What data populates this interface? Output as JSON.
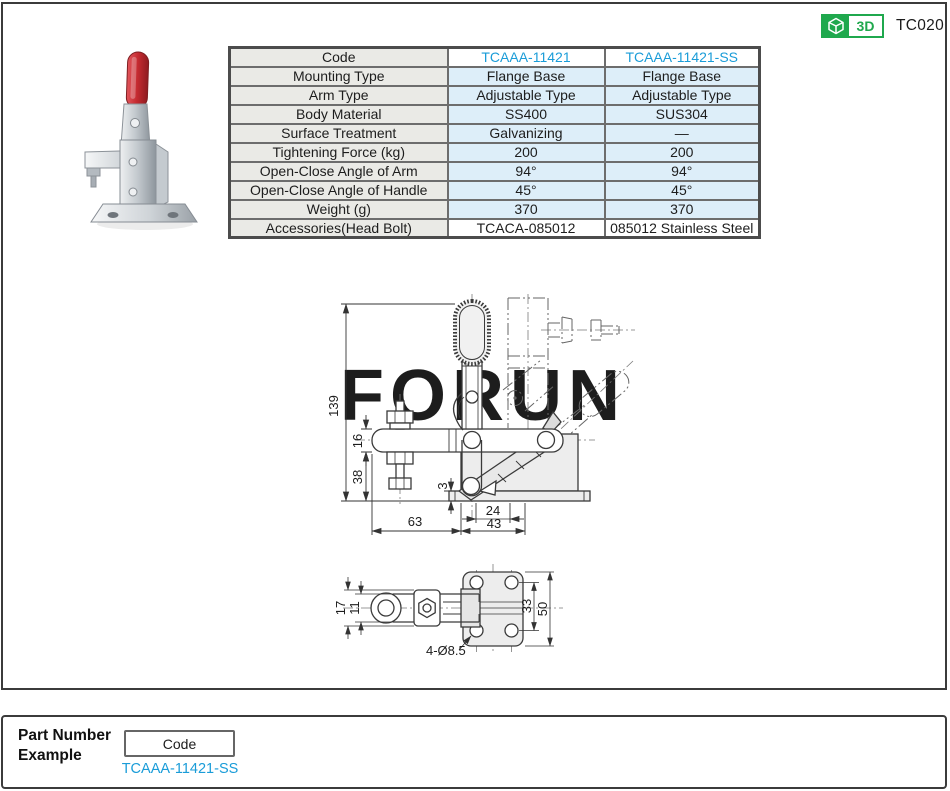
{
  "header": {
    "page_code": "TC020",
    "badge_3d_label": "3D"
  },
  "spec_table": {
    "rows": [
      {
        "label": "Code",
        "v1": "TCAAA-11421",
        "v2": "TCAAA-11421-SS"
      },
      {
        "label": "Mounting Type",
        "v1": "Flange Base",
        "v2": "Flange Base"
      },
      {
        "label": "Arm Type",
        "v1": "Adjustable Type",
        "v2": "Adjustable Type"
      },
      {
        "label": "Body Material",
        "v1": "SS400",
        "v2": "SUS304"
      },
      {
        "label": "Surface Treatment",
        "v1": "Galvanizing",
        "v2": "—"
      },
      {
        "label": "Tightening Force (kg)",
        "v1": "200",
        "v2": "200"
      },
      {
        "label": "Open-Close Angle of Arm",
        "v1": "94°",
        "v2": "94°"
      },
      {
        "label": "Open-Close Angle of Handle",
        "v1": "45°",
        "v2": "45°"
      },
      {
        "label": "Weight (g)",
        "v1": "370",
        "v2": "370"
      },
      {
        "label": "Accessories(Head Bolt)",
        "v1": "TCACA-085012",
        "v2": "085012 Stainless Steel"
      }
    ]
  },
  "drawing": {
    "watermark": "FORUN",
    "front_view": {
      "dim_total_height": "139",
      "dim_arm_height": "16",
      "dim_under_arm": "38",
      "dim_pad": "3",
      "dim_base_width": "63",
      "dim_hole_offset": "24",
      "dim_base_right": "43"
    },
    "top_view": {
      "dim_arm_outer": "17",
      "dim_arm_inner": "11",
      "dim_hole_span": "33",
      "dim_plate_width": "50",
      "dim_holes": "4-Ø8.5"
    }
  },
  "part_number_example": {
    "title": "Part Number Example",
    "box_label": "Code",
    "example_code": "TCAAA-11421-SS"
  },
  "colors": {
    "accent_blue": "#1a9cd8",
    "badge_green": "#1fa84d",
    "row_blue": "#ddeef9",
    "label_gray": "#eaeae6"
  }
}
